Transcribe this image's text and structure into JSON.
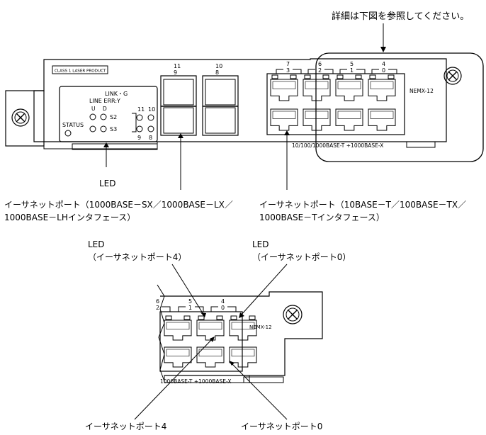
{
  "note_top": "詳細は下図を参照してください。",
  "panel": {
    "class_label": "CLASS 1 LASER PRODUCT",
    "link_g": "LINK・G",
    "line_err": "LINE ERR:Y",
    "u_label": "U",
    "d_label": "D",
    "status_label": "STATUS",
    "led_s2": "S2",
    "led_s3": "S3",
    "led_11": "11",
    "led_10": "10",
    "led_9": "9",
    "led_8": "8",
    "sfp_labels": [
      "11",
      "9",
      "10",
      "8"
    ],
    "rj_labels_top": [
      "7",
      "3",
      "6",
      "2",
      "5",
      "1",
      "4",
      "0"
    ],
    "model": "NEMX-12",
    "speed_label": "10/100/1000BASE-T +1000BASE-X"
  },
  "callouts": {
    "led": "LED",
    "port_sfp_line1": "イーサネットポート（1000BASE－SX／1000BASE－LX／",
    "port_sfp_line2": "1000BASE－LHインタフェース）",
    "port_rj_line1": "イーサネットポート（10BASE－T／100BASE－TX／",
    "port_rj_line2": "1000BASE－Tインタフェース）"
  },
  "detail": {
    "led_left_1": "LED",
    "led_left_2": "（イーサネットポート4）",
    "led_right_1": "LED",
    "led_right_2": "（イーサネットポート0）",
    "labels_top": [
      "6",
      "2",
      "5",
      "1",
      "4",
      "0"
    ],
    "model": "NEMX-12",
    "speed_label": "1000BASE-T +1000BASE-X",
    "port4": "イーサネットポート4",
    "port0": "イーサネットポート0"
  }
}
